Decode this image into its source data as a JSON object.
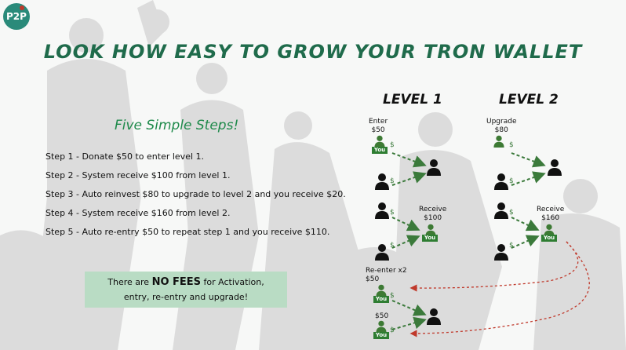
{
  "logo": {
    "text": "P2P"
  },
  "title": "Look how easy to grow your TRON wallet",
  "steps_heading": "Five Simple Steps!",
  "steps": [
    "Step 1  - Donate $50 to enter level 1.",
    "Step 2 - System receive $100 from level 1.",
    "Step 3 - Auto reinvest $80 to upgrade to level 2 and you receive $20.",
    "Step 4 - System receive $160 from level 2.",
    "Step 5 - Auto re-entry $50 to repeat step 1 and you receive $110."
  ],
  "fees_box": {
    "line1_a": "There are ",
    "line1_b": "NO FEES",
    "line1_c": " for Activation,",
    "line2": "entry, re-entry and upgrade!"
  },
  "level1": {
    "title": "LEVEL 1",
    "enter_label": "Enter",
    "enter_amount": "$50",
    "receive_label": "Receive",
    "receive_amount": "$100",
    "reenter_label": "Re-enter x2",
    "reenter_amount1": "$50",
    "reenter_amount2": "$50"
  },
  "level2": {
    "title": "LEVEL 2",
    "upgrade_label": "Upgrade",
    "upgrade_amount": "$80",
    "receive_label": "Receive",
    "receive_amount": "$160"
  },
  "you_badge": "You",
  "dollar_sign": "$",
  "colors": {
    "title_green": "#1f6b4b",
    "heading_green": "#1f8a4b",
    "fees_box_bg": "#b9dcc4",
    "you_green": "#2e7d32",
    "arrow_green": "#3b7a3b",
    "reentry_red": "#c0392b",
    "logo_teal": "#2a8a7a"
  }
}
